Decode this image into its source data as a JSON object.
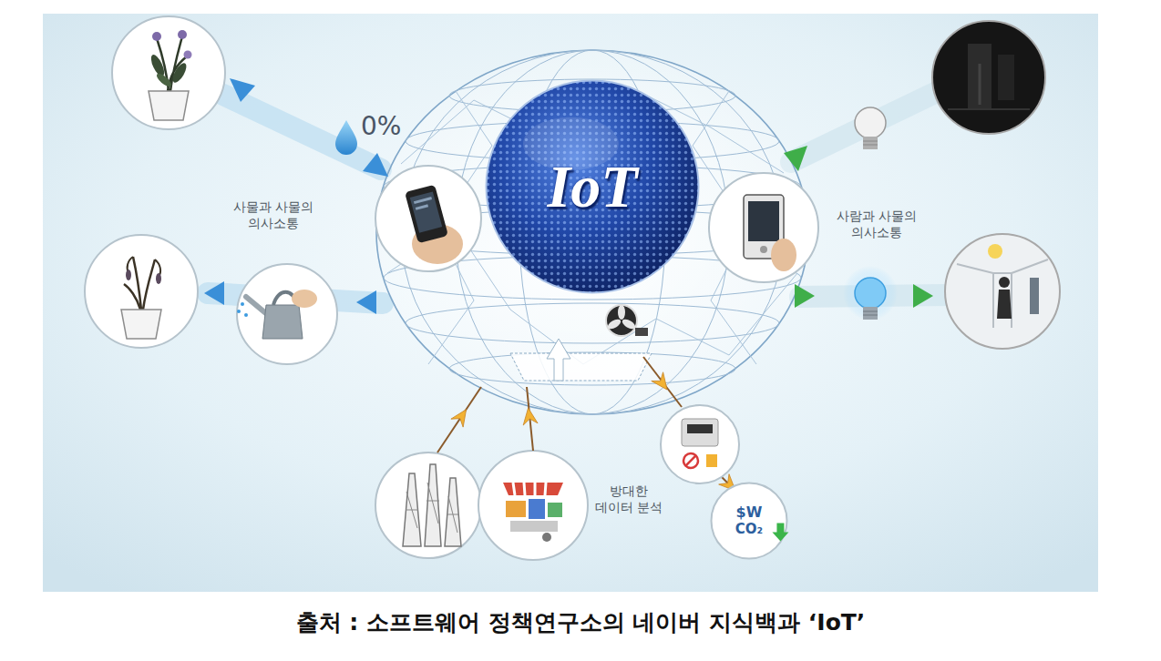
{
  "diagram": {
    "caption": "출처 : 소프트웨어 정책연구소의 네이버 지식백과 ‘IoT’",
    "nodes": [
      {
        "text": [
          "IoT"
        ]
      },
      {
        "text": [
          "$W",
          "CO₂"
        ]
      }
    ],
    "labels": [
      "0%",
      "사물과 사물의 의사소통",
      "사람과 사물의 의사소통",
      "방대한 데이터 분석"
    ]
  }
}
